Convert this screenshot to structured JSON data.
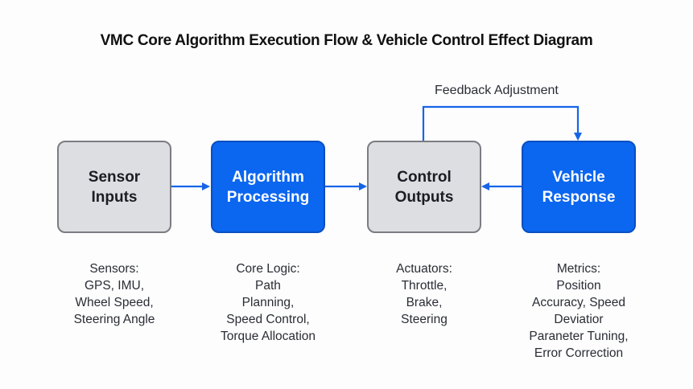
{
  "title": "VMC Core Algorithm Execution Flow & Vehicle Control Effect Diagram",
  "colors": {
    "accent": "#0b66f0",
    "gray_box": "#dcdee2",
    "arrow": "#1565e8"
  },
  "feedback_label": "Feedback Adjustment",
  "nodes": [
    {
      "label_line1": "Sensor",
      "label_line2": "Inputs",
      "style": "gray",
      "desc": [
        "Sensors:",
        "GPS, IMU,",
        "Wheel Speed,",
        "Steering Angle"
      ]
    },
    {
      "label_line1": "Algorithm",
      "label_line2": "Processing",
      "style": "blue",
      "desc": [
        "Core Logic:",
        "Path",
        "Planning,",
        "Speed Control,",
        "Torque Allocation"
      ]
    },
    {
      "label_line1": "Control",
      "label_line2": "Outputs",
      "style": "gray",
      "desc": [
        "Actuators:",
        "Throttle,",
        "Brake,",
        "Steering"
      ]
    },
    {
      "label_line1": "Vehicle",
      "label_line2": "Response",
      "style": "blue",
      "desc": [
        "Metrics:",
        "Position",
        "Accuracy, Speed",
        "Deviatior",
        "Paraneter Tuning,",
        "Error Correction"
      ]
    }
  ],
  "edges": [
    {
      "from": "Sensor Inputs",
      "to": "Algorithm Processing"
    },
    {
      "from": "Algorithm Processing",
      "to": "Control Outputs"
    },
    {
      "from": "Vehicle Response",
      "to": "Control Outputs"
    },
    {
      "from": "Control Outputs",
      "to": "Vehicle Response",
      "label": "Feedback Adjustment"
    }
  ]
}
